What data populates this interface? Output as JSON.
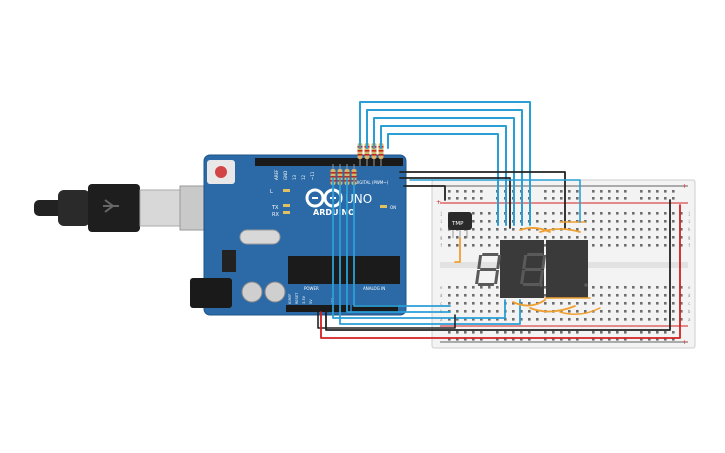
{
  "board": {
    "logo_text": "ARDUINO",
    "model_text": "UNO",
    "aref_label": "AREF",
    "gnd_label": "GND",
    "pin13_label": "13",
    "pin12_label": "12",
    "pin11_label": "~11",
    "led_l_label": "L",
    "tx_label": "TX",
    "rx_label": "RX",
    "on_label": "ON",
    "power_label": "POWER",
    "analog_label": "ANALOG IN",
    "digital_label": "DIGITAL (PWM~)",
    "ioref_label": "IOREF",
    "reset_label": "RESET",
    "v33_label": "3.3V",
    "v5_label": "5V",
    "vin_label": "VIN"
  },
  "sensor": {
    "label": "TMP"
  },
  "breadboard": {
    "row_labels": [
      "j",
      "i",
      "h",
      "g",
      "f",
      "e",
      "d",
      "c",
      "b",
      "a"
    ],
    "plus_label": "+",
    "minus_label": "-"
  },
  "colors": {
    "pcb": "#2b6aa6",
    "wire_blue": "#2a9fd6",
    "wire_black": "#222222",
    "wire_red": "#d22020",
    "wire_orange": "#f0a030",
    "display_body": "#3a3a3a",
    "segment_off": "#5a5a5a"
  }
}
